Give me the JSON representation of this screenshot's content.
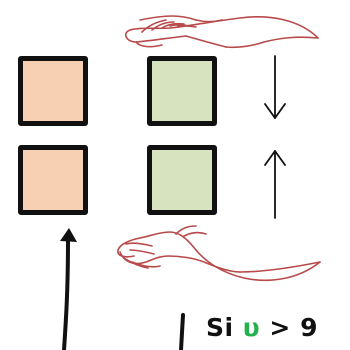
{
  "scene": {
    "colors": {
      "peach_square": "#f7cfb2",
      "green_square": "#d7e3bf",
      "outline": "#111111",
      "hand": "#b84a4a",
      "condition_variable": "#22b14c"
    },
    "icons": [
      "arrow-down-icon",
      "arrow-up-icon",
      "hand-top-icon",
      "hand-bottom-icon",
      "pointer-arrow-icon"
    ]
  },
  "condition": {
    "prefix": "Si",
    "variable": "υ",
    "operator": ">",
    "threshold": "9"
  }
}
